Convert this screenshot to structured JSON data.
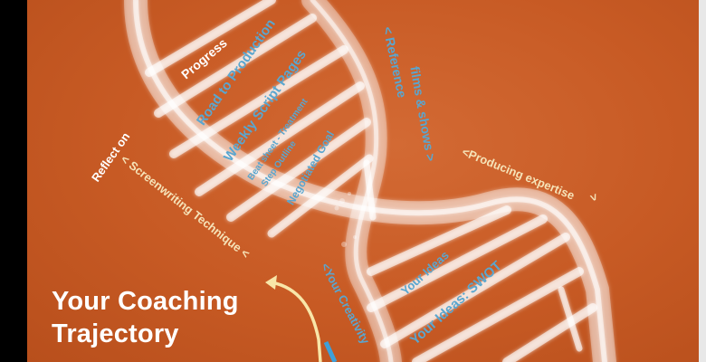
{
  "diagram": {
    "title_line1": "Your Coaching",
    "title_line2": "Trajectory",
    "rungs_top": [
      "Progress",
      "Road to Production",
      "Weekly Script Pages",
      "Beat sheet - Treatment",
      "Step Outline",
      "Negotiated Goal"
    ],
    "rungs_bottom": [
      "Your Ideas",
      "Your Ideas: SWOT"
    ],
    "annotations": {
      "reflect_on": "Reflect on",
      "screenwriting_technique": "< Screenwriting Technique <",
      "reference": "< Reference",
      "films_shows": "films & shows >",
      "producing_expertise": "<Producing expertise",
      "producing_expertise_end": ">",
      "your_creativity": "<Your Creativity"
    },
    "colors": {
      "background": "#c75a24",
      "blue_text": "#5aa6cf",
      "cream_text": "#f6e3b8",
      "arrow_yellow": "#f8e6a8",
      "arrow_blue": "#3ea0d8"
    }
  }
}
